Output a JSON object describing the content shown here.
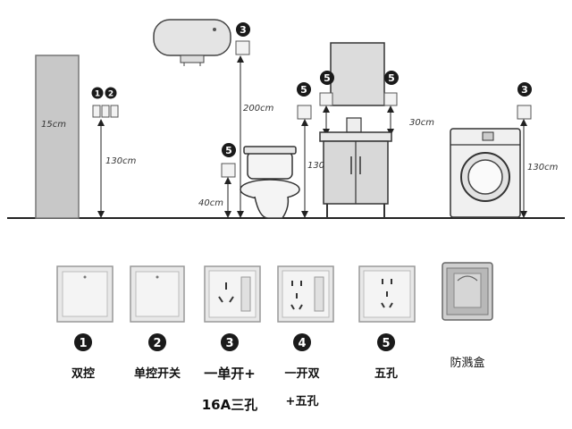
{
  "dimensions": {
    "door_height": "15cm",
    "switch_height": "130cm",
    "water_heater_socket_height": "200cm",
    "toilet_socket_height": "40cm",
    "vanity_socket_height": "130cm",
    "mirror_socket_offset": "30cm",
    "washer_socket_height": "130cm"
  },
  "markers": {
    "1": "1",
    "2": "2",
    "3": "3",
    "4": "4",
    "5": "5"
  },
  "legend": [
    {
      "number": "1",
      "lines": [
        "双控"
      ]
    },
    {
      "number": "2",
      "lines": [
        "单控开关"
      ]
    },
    {
      "number": "3",
      "lines": [
        "一单开+",
        "16A三孔"
      ]
    },
    {
      "number": "4",
      "lines": [
        "一开双",
        "+五孔"
      ]
    },
    {
      "number": "5",
      "lines": [
        "五孔"
      ]
    },
    {
      "number": "",
      "lines": [
        "防溅盒"
      ]
    }
  ],
  "colors": {
    "badge": "#1a1a1a",
    "plate": "#ececec",
    "line": "#222222"
  }
}
